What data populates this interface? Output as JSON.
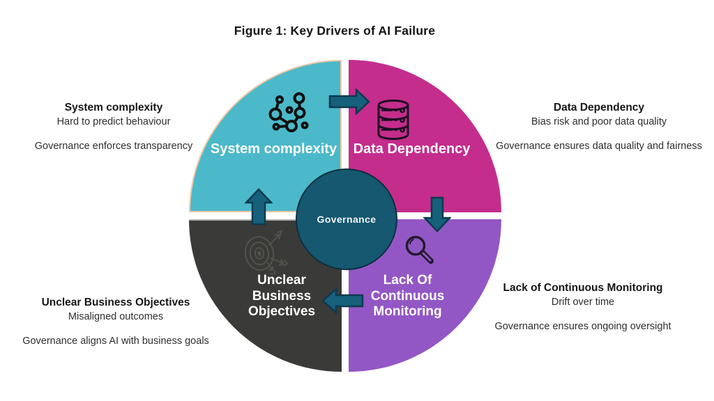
{
  "title": "Figure 1: Key Drivers of AI Failure",
  "diagram": {
    "center": {
      "label": "Governance",
      "color": "#15586f",
      "border_color": "#0d2f3f"
    },
    "arrow_color": "#17607b",
    "flow": "clockwise",
    "quadrants": {
      "system": {
        "label": "System complexity",
        "color": "#4bb9c9",
        "outline_color": "#f2c7a5",
        "icon": "network-icon",
        "position": "top-left"
      },
      "data": {
        "label": "Data Dependency",
        "color": "#c42d8c",
        "icon": "database-icon",
        "position": "top-right"
      },
      "lack": {
        "lines": [
          "Lack Of",
          "Continuous",
          "Monitoring"
        ],
        "color": "#9257c5",
        "icon": "magnifier-icon",
        "position": "bottom-right"
      },
      "unclear": {
        "lines": [
          "Unclear",
          "Business",
          "Objectives"
        ],
        "color": "#3a3a38",
        "icon": "target-icon",
        "position": "bottom-left"
      }
    }
  },
  "annotations": {
    "top_left": {
      "heading": "System complexity",
      "detail": "Hard to predict behaviour",
      "governance": "Governance enforces transparency"
    },
    "top_right": {
      "heading": "Data Dependency",
      "detail": "Bias risk and poor data quality",
      "governance": "Governance ensures data quality and fairness"
    },
    "bottom_right": {
      "heading": "Lack of Continuous Monitoring",
      "detail": "Drift over time",
      "governance": "Governance ensures ongoing oversight"
    },
    "bottom_left": {
      "heading": "Unclear Business Objectives",
      "detail": "Misaligned outcomes",
      "governance": "Governance aligns AI with business goals"
    }
  }
}
